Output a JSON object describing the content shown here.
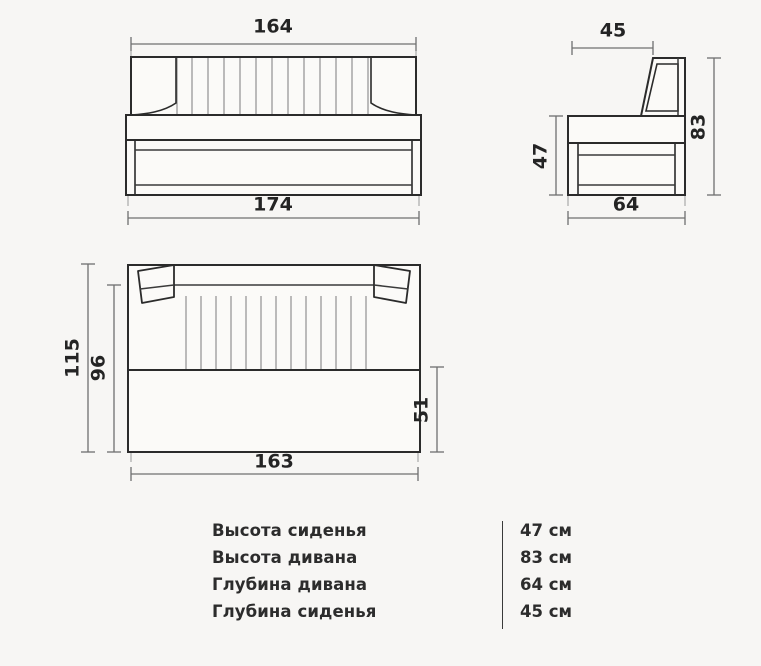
{
  "drawing": {
    "title": "Sofa dimension drawing",
    "unit_suffix": "см",
    "views": {
      "front": {
        "name": "front-view",
        "dimensions": {
          "top_width": "164",
          "bottom_width": "174"
        },
        "pleat_count": 15
      },
      "side": {
        "name": "side-view",
        "dimensions": {
          "seat_depth": "45",
          "seat_height": "47",
          "total_height": "83",
          "total_depth": "64"
        }
      },
      "top": {
        "name": "top-view",
        "dimensions": {
          "total_depth": "115",
          "inner_depth": "96",
          "lower_depth": "51",
          "width": "163"
        },
        "pleat_count": 15
      }
    },
    "colors": {
      "background": "#f7f6f4",
      "outline": "#2b2b2b",
      "pleat": "#8c8c8c",
      "dimension": "#6f6f6f",
      "text": "#242424"
    }
  },
  "spec_table": {
    "name": "specifications-table",
    "rows": [
      {
        "label": "Высота сиденья",
        "value": "47 см"
      },
      {
        "label": "Высота дивана",
        "value": "83 см"
      },
      {
        "label": "Глубина дивана",
        "value": "64 см"
      },
      {
        "label": "Глубина сиденья",
        "value": "45 см"
      }
    ]
  }
}
